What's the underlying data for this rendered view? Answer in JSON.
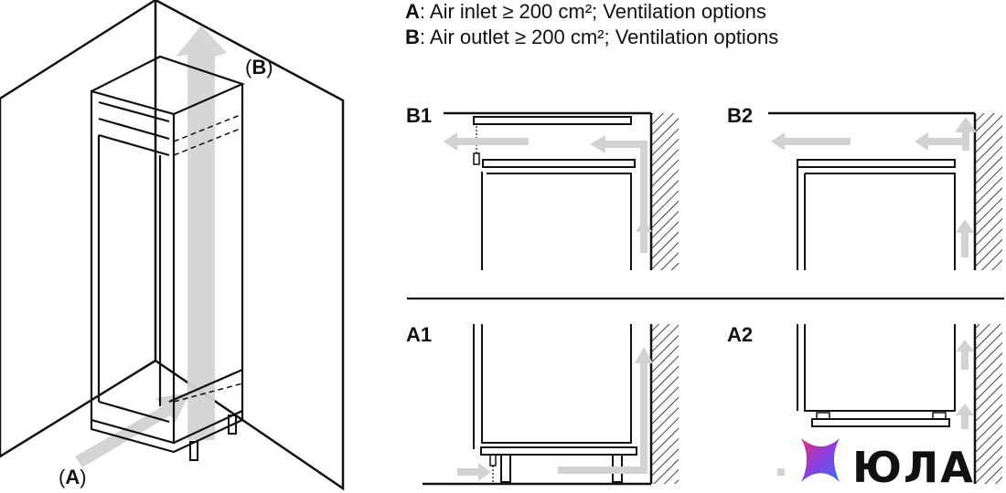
{
  "legend": {
    "a_key": "A",
    "a_text": ": Air inlet ≥ 200 cm²; Ventilation options",
    "b_key": "B",
    "b_text": ": Air outlet ≥ 200 cm²; Ventilation options"
  },
  "callouts": {
    "a_open": "(",
    "a_key": "A",
    "a_close": ")",
    "b_open": "(",
    "b_key": "B",
    "b_close": ")"
  },
  "panels": {
    "b1": "B1",
    "b2": "B2",
    "a1": "A1",
    "a2": "A2"
  },
  "logo": {
    "wordmark": "ЮЛА"
  },
  "colors": {
    "line": "#111111",
    "arrow": "#d2d2d2",
    "logo_pink": "#e0307a",
    "logo_blue": "#3a6cf0",
    "logo_violet": "#8a3fe0"
  }
}
